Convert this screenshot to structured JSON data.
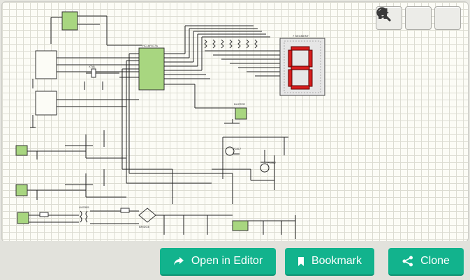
{
  "toolbar": {
    "home_icon": "home-icon",
    "zoom_in_icon": "zoom-in-icon",
    "zoom_out_icon": "zoom-out-icon"
  },
  "schematic": {
    "labels": {
      "ic_main": "PIC16F877A",
      "display": "7 SEGMENT",
      "crystal": "XTAL",
      "regulator": "LM7805",
      "bridge": "BRIDGE",
      "opto1": "PC817",
      "opto2": "PC817",
      "buzzer": "BUZZER"
    }
  },
  "actions": {
    "open_editor": "Open in Editor",
    "bookmark": "Bookmark",
    "clone": "Clone"
  },
  "colors": {
    "accent": "#12b38d",
    "component_fill": "#a8d680",
    "display_segment": "#d81e1e"
  }
}
